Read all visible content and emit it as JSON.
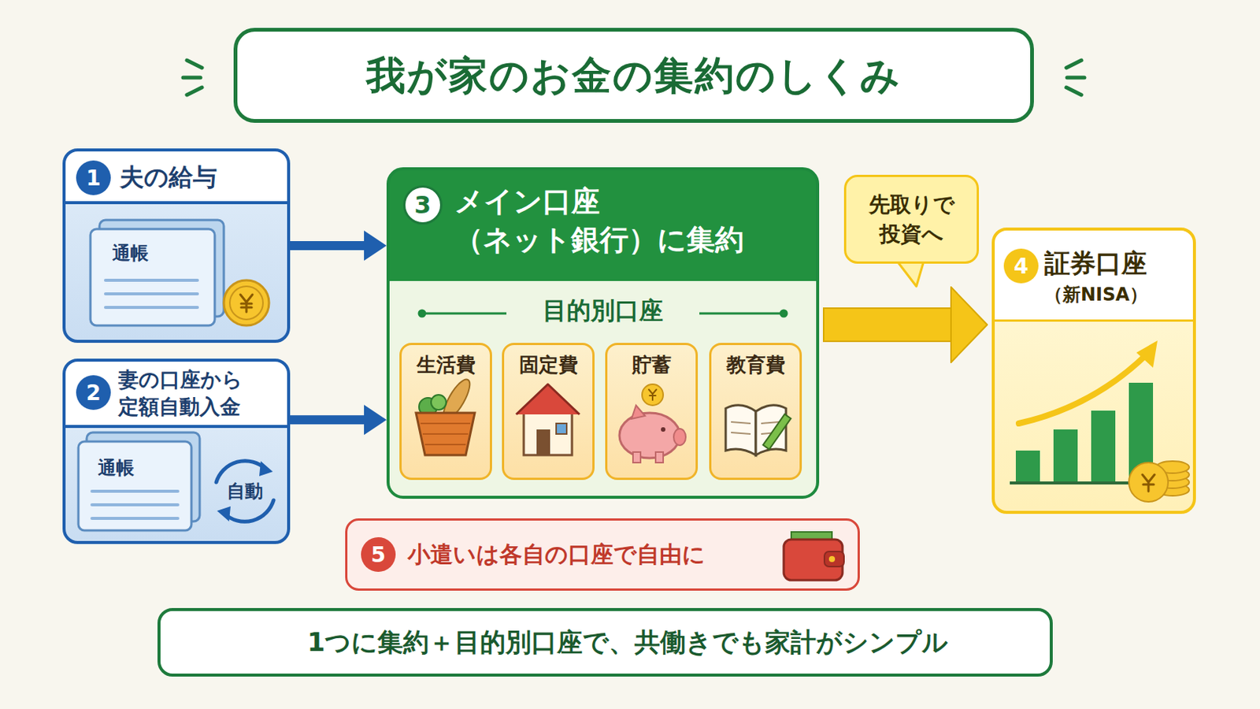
{
  "diagram": {
    "title": "我が家のお金の集約のしくみ",
    "caption": "1つに集約＋目的別口座で、共働きでも家計がシンプル",
    "nodes": [
      {
        "text": [
          "1",
          "夫の給与",
          "通帳"
        ]
      },
      {
        "text": [
          "2",
          "妻の口座から定額自動入金",
          "通帳",
          "自動"
        ]
      },
      {
        "text": [
          "3",
          "メイン口座（ネット銀行）に集約",
          "目的別口座"
        ]
      },
      {
        "text": [
          "生活費"
        ],
        "in": 2
      },
      {
        "text": [
          "固定費"
        ],
        "in": 2
      },
      {
        "text": [
          "貯蓄"
        ],
        "in": 2
      },
      {
        "text": [
          "教育費"
        ],
        "in": 2
      },
      {
        "text": [
          "4",
          "証券口座",
          "（新NISA）"
        ]
      },
      {
        "text": [
          "5",
          "小遣いは各自の口座で自由に"
        ]
      }
    ],
    "edges": [
      {
        "from": 0,
        "to": 2,
        "arrow": "to"
      },
      {
        "from": 1,
        "to": 2,
        "arrow": "to"
      },
      {
        "from": 2,
        "to": 7,
        "label": "先取りで投資へ",
        "arrow": "to"
      }
    ]
  }
}
